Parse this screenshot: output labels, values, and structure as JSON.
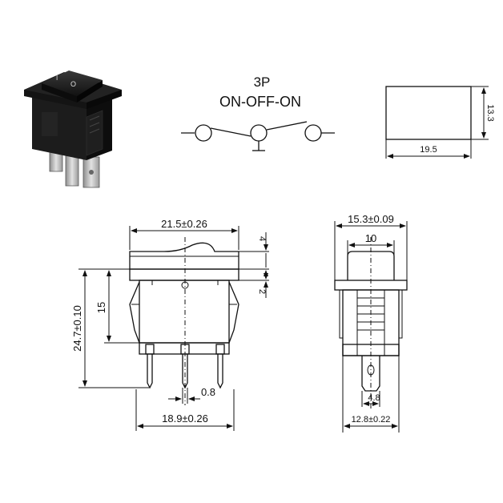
{
  "schematic": {
    "poles": "3P",
    "mode": "ON-OFF-ON"
  },
  "photo": {
    "rocker_marks": [
      "I",
      "O"
    ]
  },
  "cutout": {
    "width": "19.5",
    "height": "13.3"
  },
  "front_view": {
    "top_width": "21.5±0.26",
    "rocker_height": "4",
    "flange_thickness": "2",
    "overall_height": "24.7±0.10",
    "body_height": "15",
    "pin_width": "0.8",
    "bottom_width": "18.9±0.26"
  },
  "side_view": {
    "top_width": "15.3±0.09",
    "rocker_width": "10",
    "pin_width": "4.8",
    "bottom_width": "12.8±0.22"
  },
  "colors": {
    "line": "#111111",
    "body": "#1a1a1a",
    "terminal": "#c9c9c9"
  }
}
